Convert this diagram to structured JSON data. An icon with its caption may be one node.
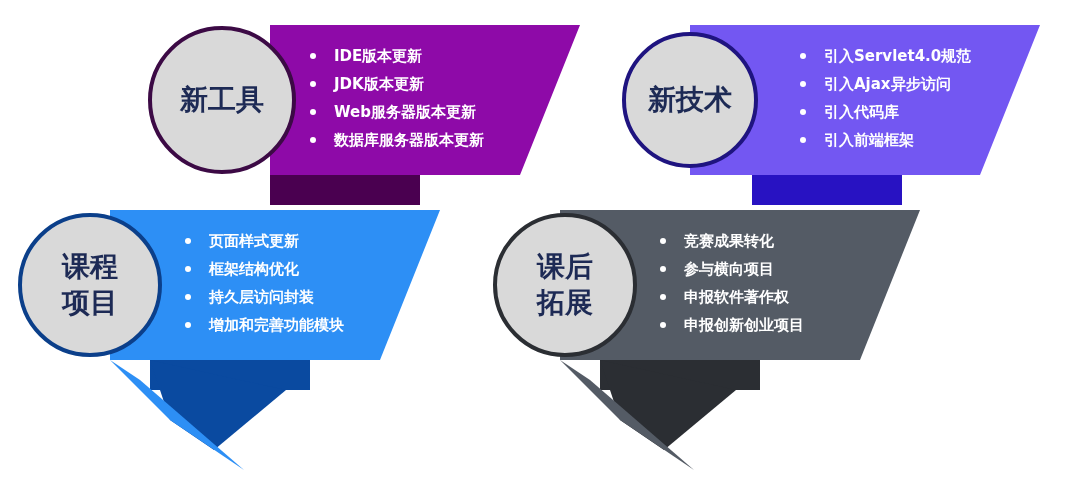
{
  "diagram": {
    "nodes": [
      {
        "text": [
          "新工具"
        ]
      },
      {
        "text": [
          "IDE版本更新",
          "JDK版本更新",
          "Web服务器版本更新",
          "数据库服务器版本更新"
        ]
      },
      {
        "text": [
          "新技术"
        ]
      },
      {
        "text": [
          "引入Servlet4.0规范",
          "引入Ajax异步访问",
          "引入代码库",
          "引入前端框架"
        ]
      },
      {
        "text": [
          "课程项目"
        ]
      },
      {
        "text": [
          "页面样式更新",
          "框架结构优化",
          "持久层访问封装",
          "增加和完善功能模块"
        ]
      },
      {
        "text": [
          "课后拓展"
        ]
      },
      {
        "text": [
          "竞赛成果转化",
          "参与横向项目",
          "申报软件著作权",
          "申报创新创业项目"
        ]
      }
    ]
  }
}
